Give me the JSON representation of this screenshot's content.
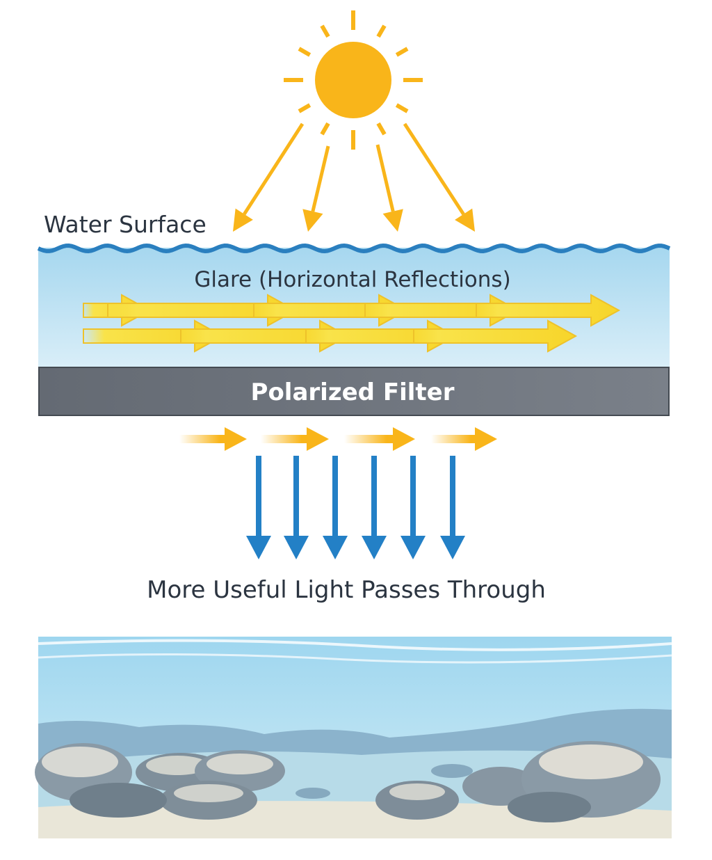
{
  "labels": {
    "water_surface": "Water Surface",
    "glare": "Glare (Horizontal Reflections)",
    "filter": "Polarized Filter",
    "result": "More Useful Light Passes Through"
  },
  "colors": {
    "sun": "#f9b51a",
    "glare_arrow": "#f7e13a",
    "useful_light": "#2380c6",
    "water": "#a8d8ef",
    "filter": "#6f7680",
    "wave": "#2a7fbf"
  },
  "icons": [
    "sun-icon",
    "sunlight-arrow-icon",
    "glare-arrow-icon",
    "light-arrow-icon",
    "underwater-scene"
  ]
}
